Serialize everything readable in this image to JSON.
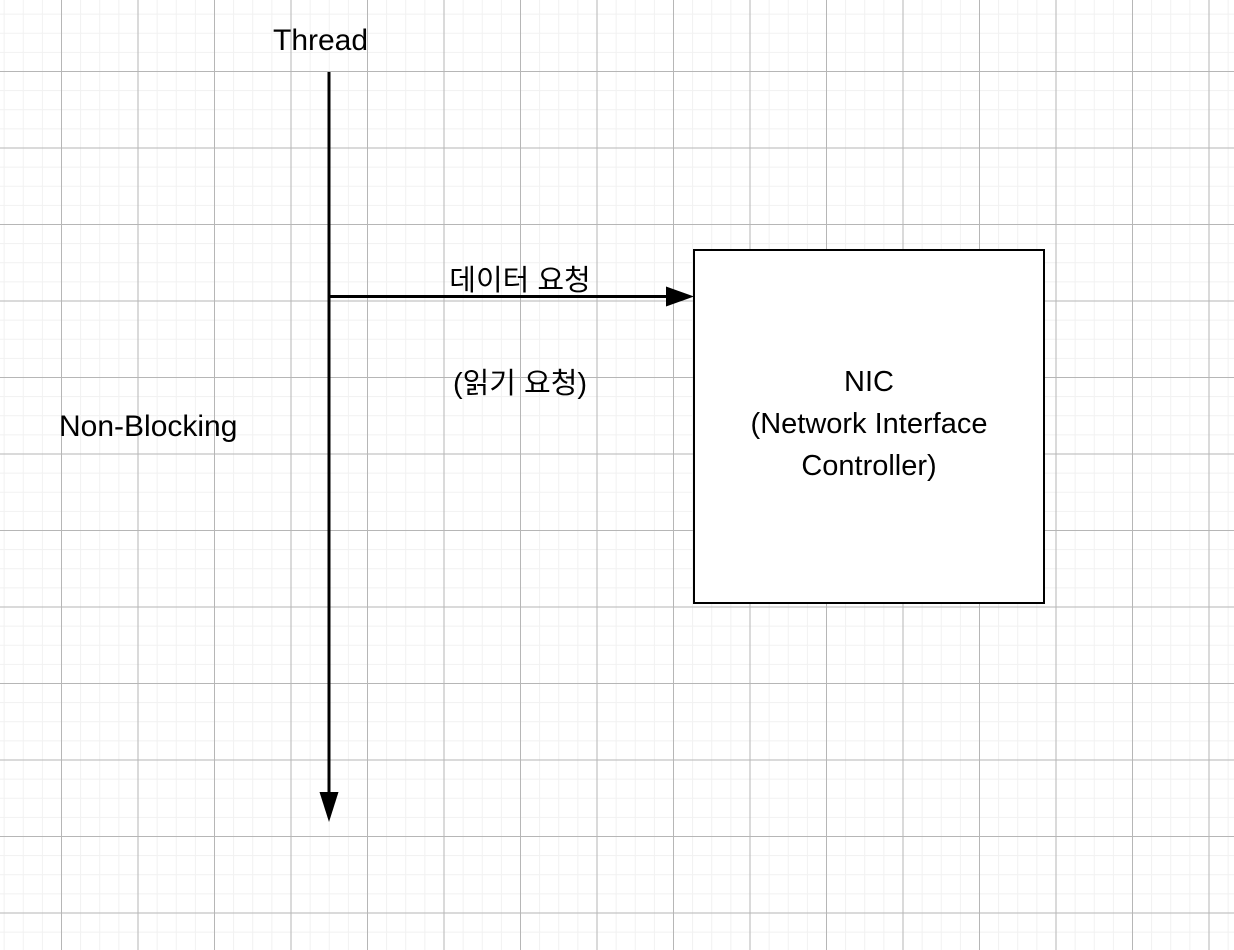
{
  "diagram": {
    "title_hint": "Non-blocking I/O sequence diagram",
    "background": {
      "grid_minor_color": "#f1f1f1",
      "grid_major_color": "#b6b6b6",
      "paper_color": "#ffffff"
    },
    "stroke_color": "#000000",
    "thread": {
      "label": "Thread",
      "mode_label": "Non-Blocking"
    },
    "messages": [
      {
        "line1": "데이터 요청",
        "line2": "(읽기 요청)"
      }
    ],
    "nodes": [
      {
        "line1": "NIC",
        "line2": "(Network Interface",
        "line3": "Controller)"
      }
    ]
  }
}
